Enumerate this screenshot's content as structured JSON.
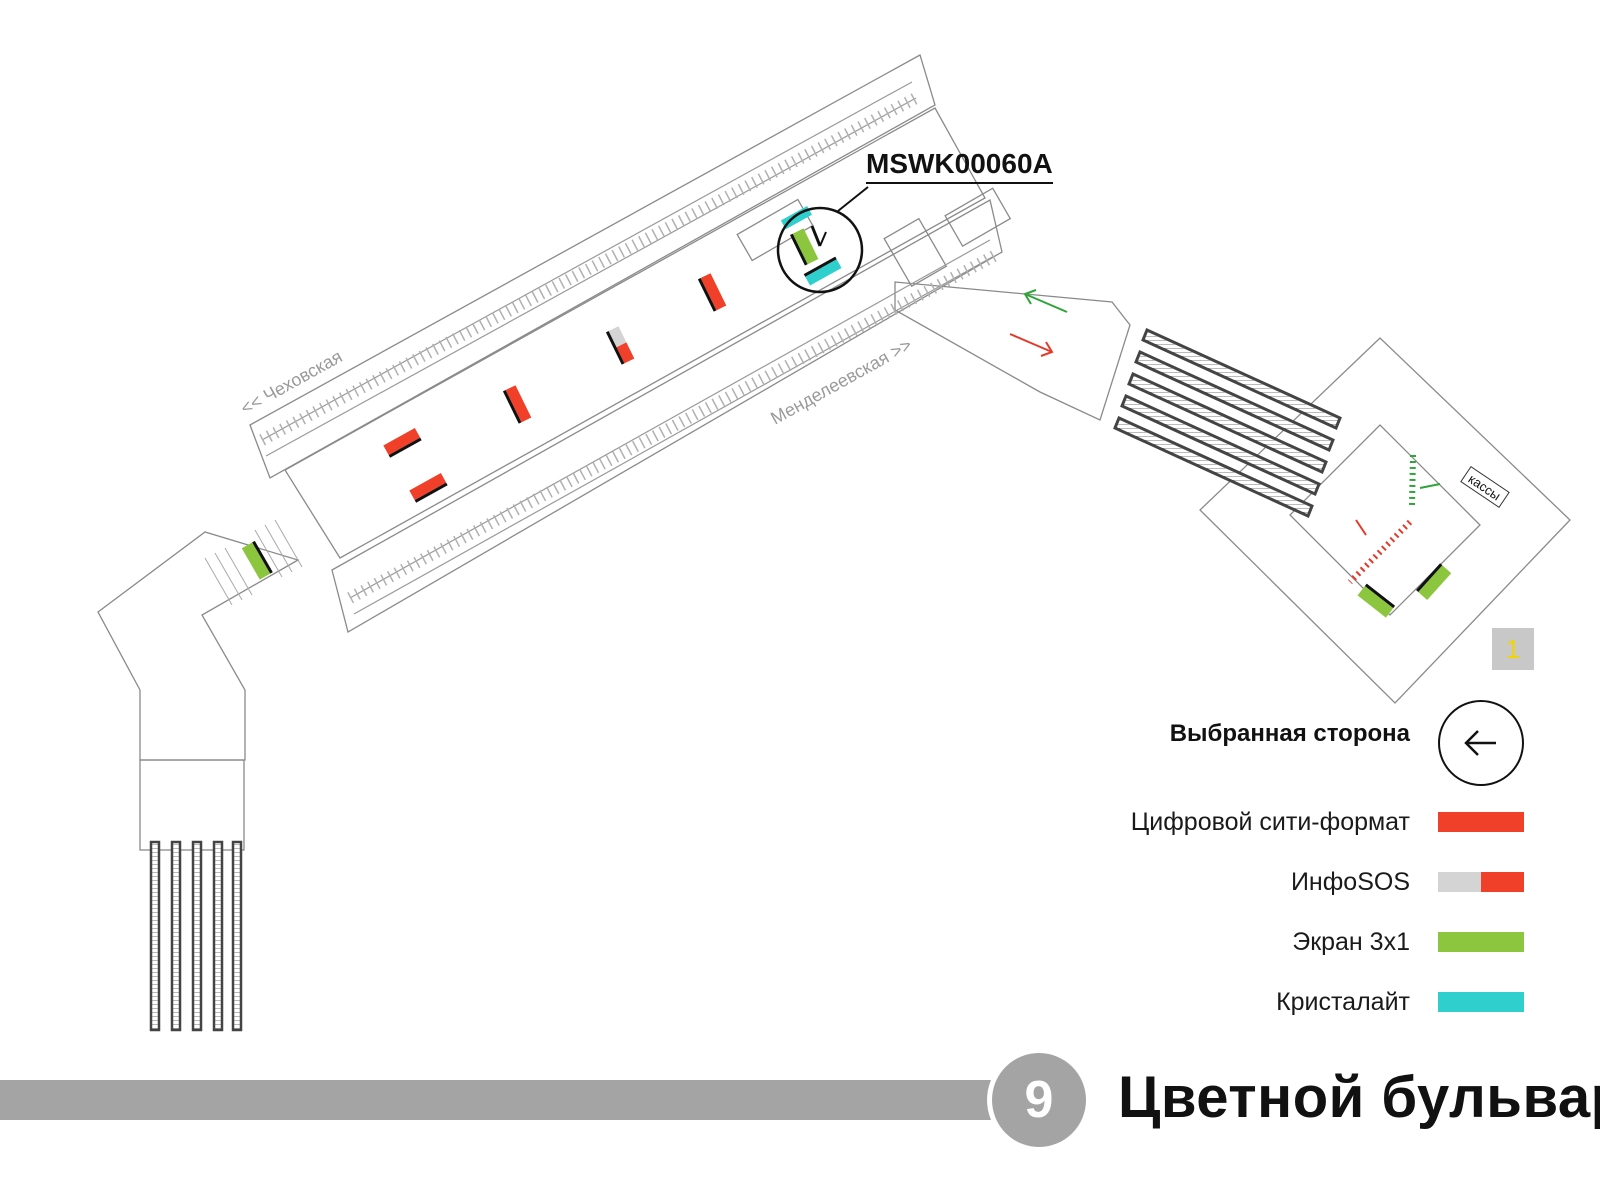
{
  "station": {
    "name": "Цветной бульвар",
    "line_number": "9",
    "line_color": "#a4a4a4"
  },
  "device": {
    "id": "MSWK00060A"
  },
  "directions": {
    "chekhovskaya": "<< Чеховская",
    "mendeleevskaya": "Менделеевская >>"
  },
  "labels": {
    "kassy": "кассы",
    "exit_number": "1"
  },
  "legend": {
    "selected_side": {
      "label": "Выбранная сторона",
      "icon": "arrow-left-icon"
    },
    "items": [
      {
        "label": "Цифровой сити-формат",
        "color": "#f0402a"
      },
      {
        "label": "ИнфоSOS",
        "color": "#d4d4d4",
        "color2": "#f0402a"
      },
      {
        "label": "Экран 3x1",
        "color": "#8cc63f"
      },
      {
        "label": "Кристалайт",
        "color": "#2ecfcc"
      }
    ]
  }
}
